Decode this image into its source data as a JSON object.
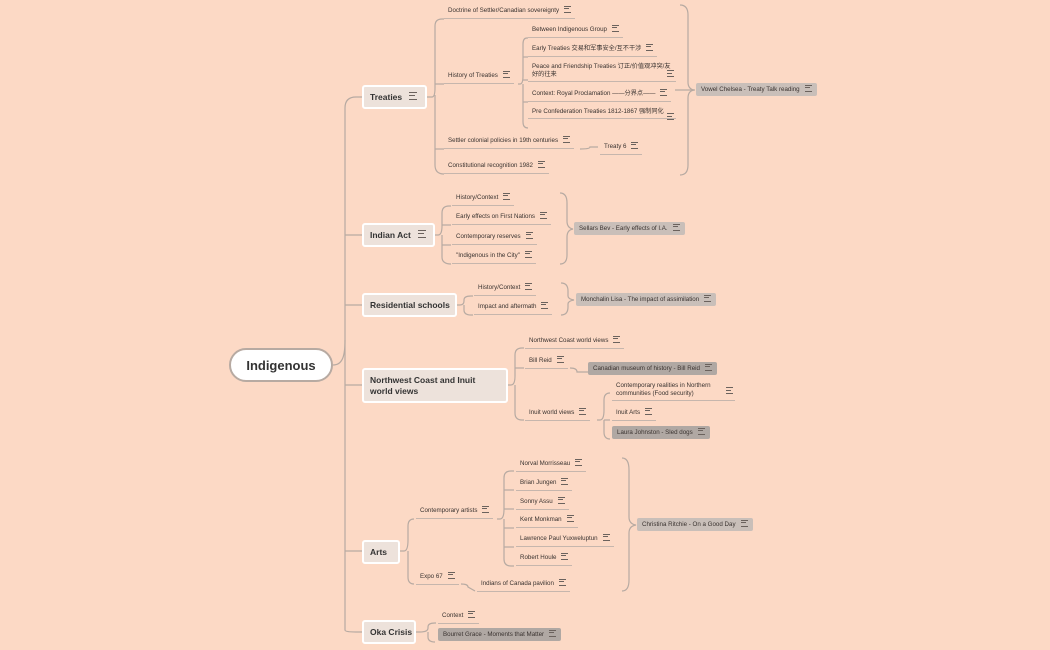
{
  "root": {
    "label": "Indigenous"
  },
  "topics": {
    "treaties": {
      "label": "Treaties",
      "doctrine": "Doctrine of Settler/Canadian sovereignty",
      "history": "History of Treaties",
      "between": "Between Indigenous Group",
      "early": "Early Treaties 交易和军事安全/互不干涉",
      "peace": "Peace and Friendship Treaties 订正/价值观冲突/友好的往来",
      "context": "Context: Royal Proclamation ——分界点——",
      "pre": "Pre Confederation Treaties 1812-1867 强制同化",
      "settler": "Settler colonial policies in 19th centuries",
      "treaty6": "Treaty 6",
      "constitutional": "Constitutional recognition 1982",
      "summary": "Vowel Chelsea - Treaty Talk reading"
    },
    "indian_act": {
      "label": "Indian Act",
      "history": "History/Context",
      "early": "Early effects on First Nations",
      "reserves": "Contemporary reserves",
      "city": "\"Indigenous in the City\"",
      "summary": "Sellars Bev - Early effects of I.A."
    },
    "residential": {
      "label": "Residential schools",
      "history": "History/Context",
      "impact": "Impact and aftermath",
      "summary": "Monchalin Lisa - The impact of assimilation"
    },
    "northwest": {
      "label": "Northwest Coast and Inuit world views",
      "nwc": "Northwest Coast world views",
      "bill": "Bill Reid",
      "museum": "Canadian museum of history - Bill Reid",
      "inuit": "Inuit world views",
      "realities": "Contemporary realities in Northern communities (Food security)",
      "arts": "Inuit Arts",
      "laura": "Laura Johnston - Sled dogs"
    },
    "arts": {
      "label": "Arts",
      "contemporary": "Contemporary artists",
      "a1": "Norval Morrisseau",
      "a2": "Brian Jungen",
      "a3": "Sonny Assu",
      "a4": "Kent Monkman",
      "a5": "Lawrence Paul Yuxweluptun",
      "a6": "Robert Houle",
      "expo": "Expo 67",
      "pavilion": "Indians of Canada pavilion",
      "summary": "Christina Ritchie - On a Good Day"
    },
    "oka": {
      "label": "Oka Crisis",
      "context": "Context",
      "bourret": "Bourret Grace - Moments that Matter"
    }
  },
  "colors": {
    "background": "#fcd9c5",
    "line": "#b7aaa2",
    "tag": "#c9bfb9",
    "tag_dark": "#b0a8a3"
  }
}
